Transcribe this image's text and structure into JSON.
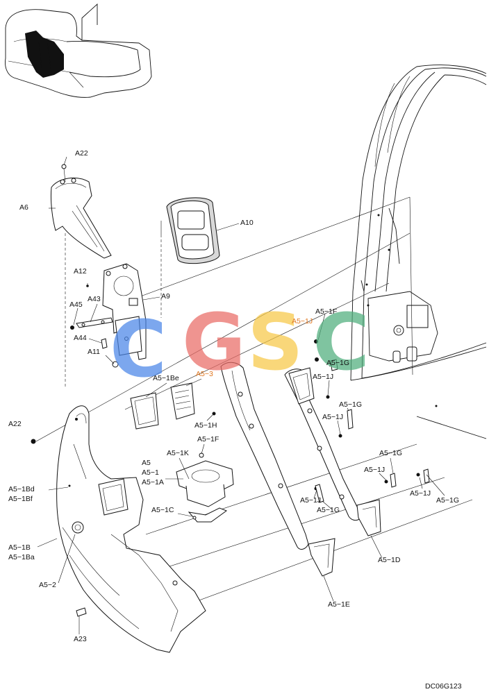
{
  "labels": {
    "a22_top": "A22",
    "a6": "A6",
    "a10": "A10",
    "a12": "A12",
    "a9": "A9",
    "a43": "A43",
    "a45": "A45",
    "a44": "A44",
    "a11": "A11",
    "a22_left": "A22",
    "a5_1be": "A5−1Be",
    "a5_3": "A5−3",
    "a5_1h": "A5−1H",
    "a5_1f_top": "A5−1F",
    "a5_1j_1": "A5−1J",
    "a5_1g_1": "A5−1G",
    "a5_1j_2": "A5−1J",
    "a5_1g_2": "A5−1G",
    "a5_1j_3": "A5−1J",
    "a5_1f_mid": "A5−1F",
    "a5_1k": "A5−1K",
    "a5": "A5",
    "a5_1": "A5−1",
    "a5_1a": "A5−1A",
    "a5_1bd": "A5−1Bd",
    "a5_1bf": "A5−1Bf",
    "a5_1c": "A5−1C",
    "a5_1g_3": "A5−1G",
    "a5_1j_4": "A5−1J",
    "a5_1j_5": "A5−1J",
    "a5_1g_4": "A5−1G",
    "a5_1j_6": "A5−1J",
    "a5_1g_5": "A5−1G",
    "a5_1b": "A5−1B",
    "a5_1ba": "A5−1Ba",
    "a5_2": "A5−2",
    "a5_1d": "A5−1D",
    "a5_1e": "A5−1E",
    "a23": "A23"
  },
  "drawing_code": "DC06G123",
  "watermark": {
    "letters": [
      "C",
      "G",
      "S",
      "C"
    ],
    "colors": [
      "#4a86e8",
      "#ea6b66",
      "#f7c948",
      "#4fae7c"
    ]
  }
}
